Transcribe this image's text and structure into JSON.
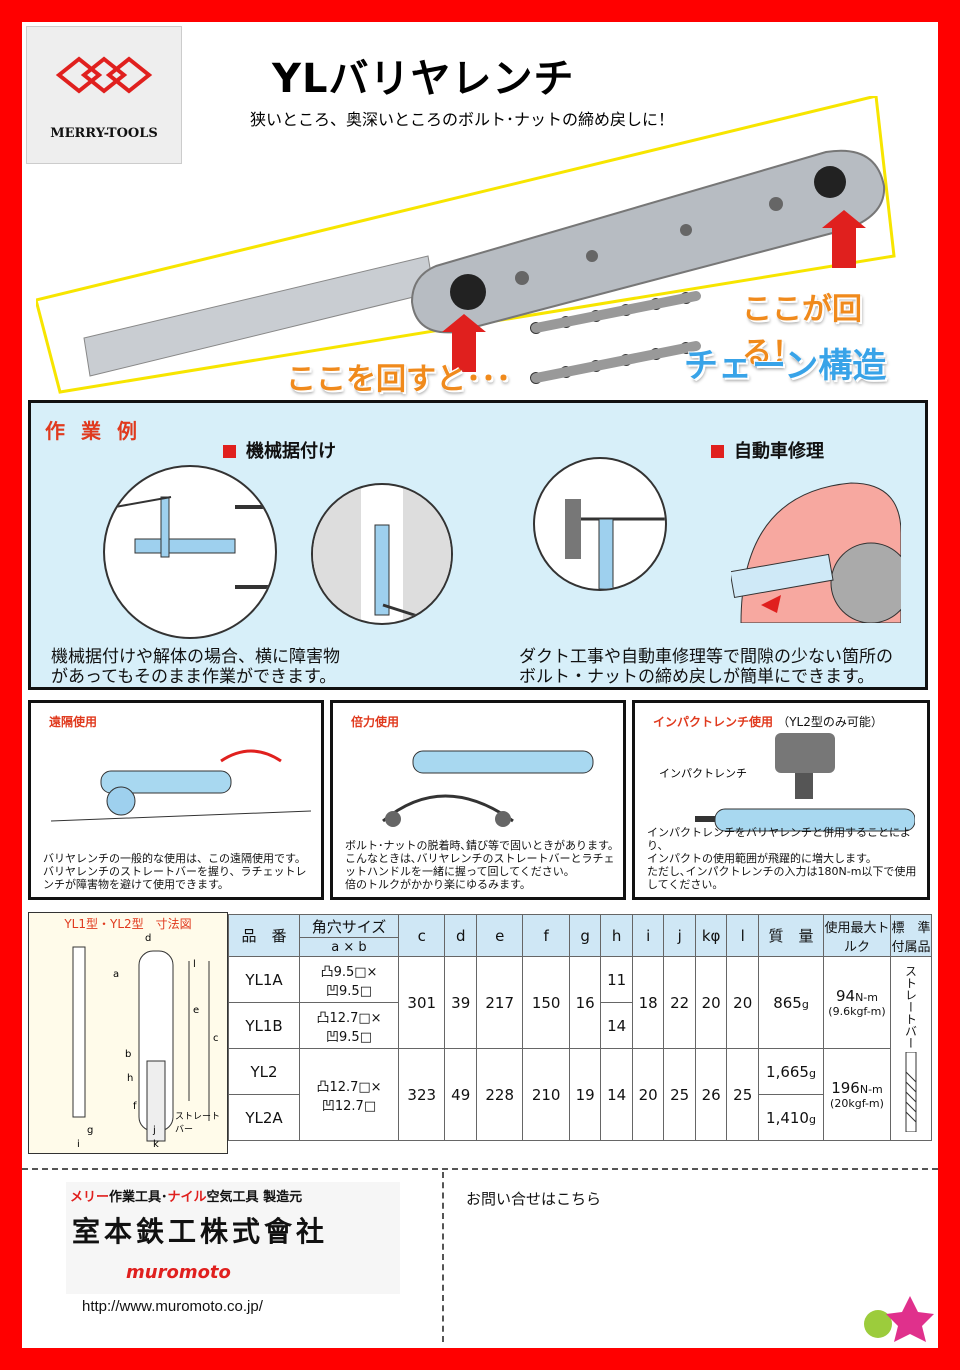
{
  "logo": {
    "text": "MERRY-TOOLS"
  },
  "header": {
    "title": "YLバリヤレンチ",
    "subtitle": "狭いところ、奥深いところのボルト･ナットの締め戻しに！"
  },
  "hero": {
    "label_turns": "ここが回る！",
    "label_rotate": "ここを回すと･･･",
    "label_chain": "チェーン構造"
  },
  "examples": {
    "heading": "作業例",
    "machine": {
      "title": "機械据付け",
      "caption1": "機械据付けや解体の場合、横に障害物",
      "caption2": "があってもそのまま作業ができます。"
    },
    "car": {
      "title": "自動車修理",
      "caption1": "ダクト工事や自動車修理等で間隙の少ない箇所の",
      "caption2": "ボルト・ナットの締め戻しが簡単にできます。"
    }
  },
  "panels": [
    {
      "title": "遠隔使用",
      "note": [
        "バリヤレンチの一般的な使用は、この遠隔使用です。",
        "バリヤレンチのストレートバーを握り、ラチェットレ",
        "ンチが障害物を避けて使用できます。"
      ]
    },
    {
      "title": "倍力使用",
      "note": [
        "ボルト･ナットの脱着時､錆び等で固いときがあります。",
        "こんなときは､バリヤレンチのストレートバーとラチェ",
        "ットハンドルを一緒に握って回してください。",
        "倍のトルクがかかり楽にゆるみます。"
      ]
    },
    {
      "title": "インパクトレンチ使用",
      "title_note": "（YL2型のみ可能）",
      "label": "インパクトレンチ",
      "note": [
        "インパクトレンチをバリヤレンチと併用することにより、",
        "インパクトの使用範囲が飛躍的に増大します。",
        "ただし､インパクトレンチの入力は180N-m以下で使用",
        "してください。"
      ]
    }
  ],
  "dimension": {
    "title": "YL1型・YL2型　寸法図",
    "letters": [
      "d",
      "a",
      "l",
      "e",
      "c",
      "b",
      "h",
      "f",
      "g",
      "i",
      "k",
      "j"
    ],
    "bar_label": "ストレートバー"
  },
  "table": {
    "headers": {
      "model": "品　番",
      "socket": "角穴サイズ",
      "socket_sub": "a × b",
      "c": "c",
      "d": "d",
      "e": "e",
      "f": "f",
      "g": "g",
      "h": "h",
      "i": "i",
      "j": "j",
      "k": "kφ",
      "l": "l",
      "mass": "質　量",
      "torque": "使用最大トルク",
      "accessory": "標　準付属品"
    },
    "rows": [
      {
        "model": "YL1A",
        "socket_a": "凸9.5□×",
        "socket_b": "凹9.5□",
        "h": "11"
      },
      {
        "model": "YL1B",
        "socket_a": "凸12.7□×",
        "socket_b": "凹9.5□",
        "h": "14"
      },
      {
        "model": "YL2",
        "socket_a": "凸12.7□×",
        "socket_b": "凹12.7□",
        "mass": "1,665",
        "unit": "g"
      },
      {
        "model": "YL2A",
        "mass": "1,410",
        "unit": "g"
      }
    ],
    "group1": {
      "c": "301",
      "d": "39",
      "e": "217",
      "f": "150",
      "g": "16",
      "i": "18",
      "j": "22",
      "k": "20",
      "l": "20",
      "mass": "865",
      "unit": "g",
      "torque": "94",
      "torque_unit": "N-m",
      "torque_kgf": "(9.6kgf-m)"
    },
    "group2": {
      "c": "323",
      "d": "49",
      "e": "228",
      "f": "210",
      "g": "19",
      "h": "14",
      "i": "20",
      "j": "25",
      "k": "26",
      "l": "25",
      "torque": "196",
      "torque_unit": "N-m",
      "torque_kgf": "(20kgf-m)"
    },
    "accessory": "ストレートバー"
  },
  "footer": {
    "maker_line_a": "メリー",
    "maker_line_b": "作業工具･",
    "maker_line_c": "ナイル",
    "maker_line_d": "空気工具 製造元",
    "company": "室本鉄工株式會社",
    "brand": "muromoto",
    "url": "http://www.muromoto.co.jp/",
    "contact": "お問い合せはこちら"
  },
  "colors": {
    "border": "#ff0000",
    "accent": "#e0201e",
    "panel_bg": "#d7eff9",
    "table_header": "#cfe7f5"
  }
}
